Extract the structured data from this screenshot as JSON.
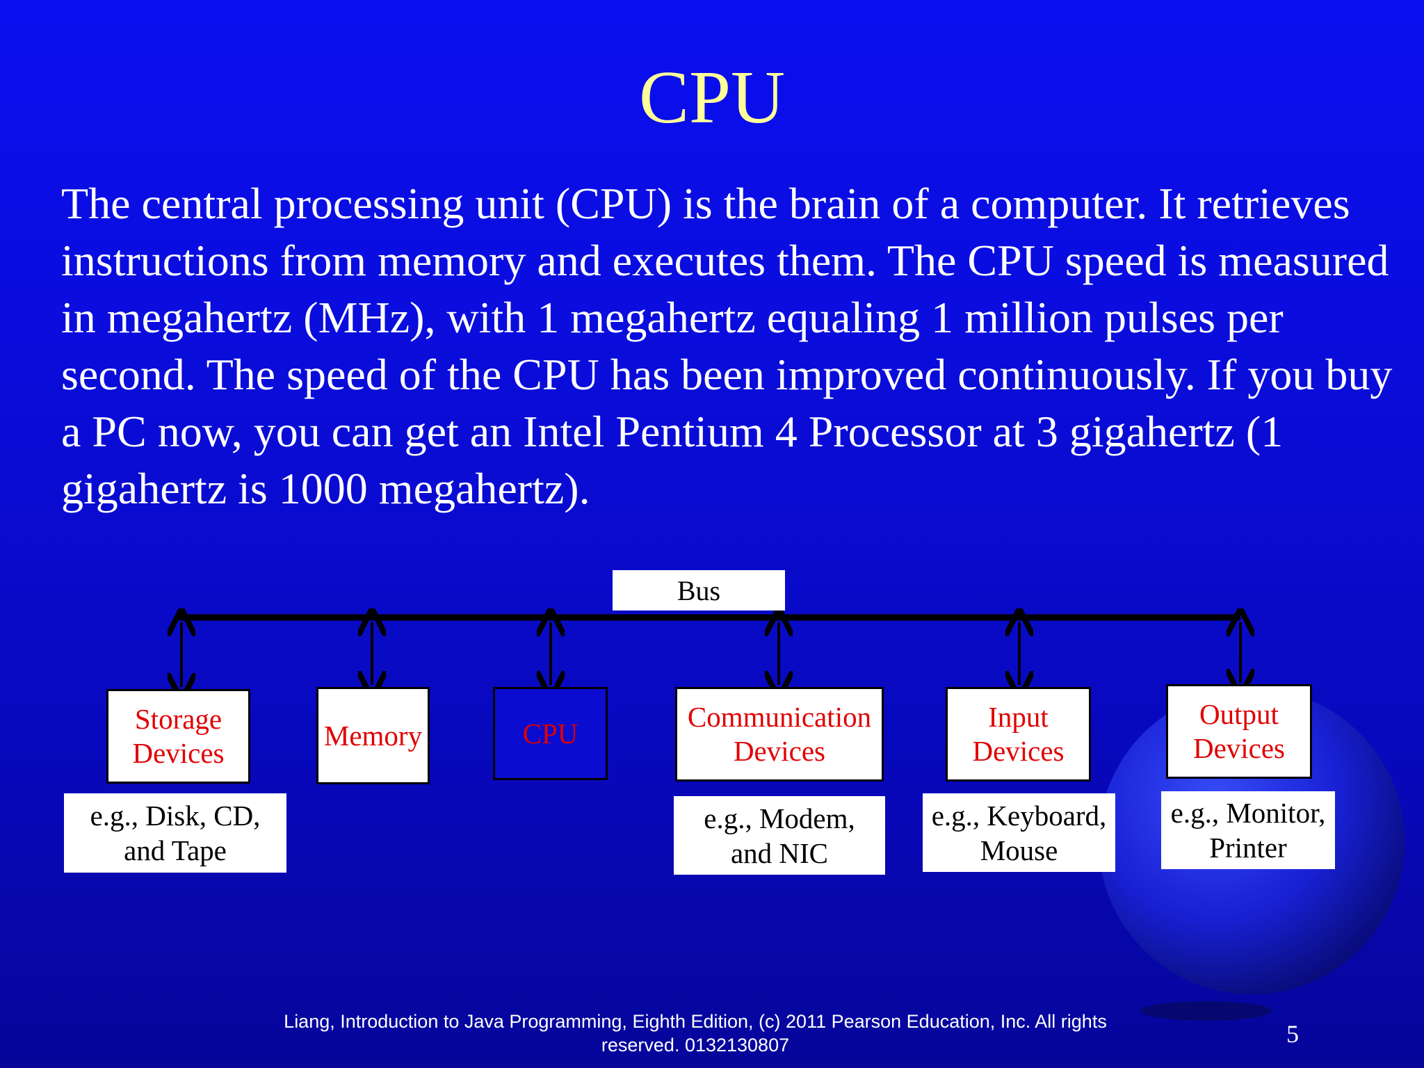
{
  "title": "CPU",
  "body": "The central processing unit (CPU) is the brain of a computer. It retrieves instructions from memory and executes them. The CPU speed is measured in megahertz (MHz), with 1 megahertz equaling 1 million pulses per second. The speed of the CPU has been improved continuously. If you buy a PC now, you can get an Intel Pentium 4 Processor at 3 gigahertz (1 gigahertz is 1000 megahertz).",
  "diagram": {
    "bus_label": "Bus",
    "components": {
      "storage": "Storage\nDevices",
      "memory": "Memory",
      "cpu": "CPU",
      "communication": "Communication\nDevices",
      "input": "Input\nDevices",
      "output": "Output\nDevices"
    },
    "examples": {
      "storage": "e.g., Disk, CD,\nand Tape",
      "communication": "e.g., Modem,\nand NIC",
      "input": "e.g., Keyboard,\nMouse",
      "output": "e.g., Monitor,\nPrinter"
    }
  },
  "footer": "Liang, Introduction to Java Programming, Eighth Edition, (c) 2011 Pearson Education, Inc. All rights reserved. 0132130807",
  "page_number": "5",
  "colors": {
    "background": "#0a0cd6",
    "title": "#ffff99",
    "component_text": "#e00000"
  }
}
